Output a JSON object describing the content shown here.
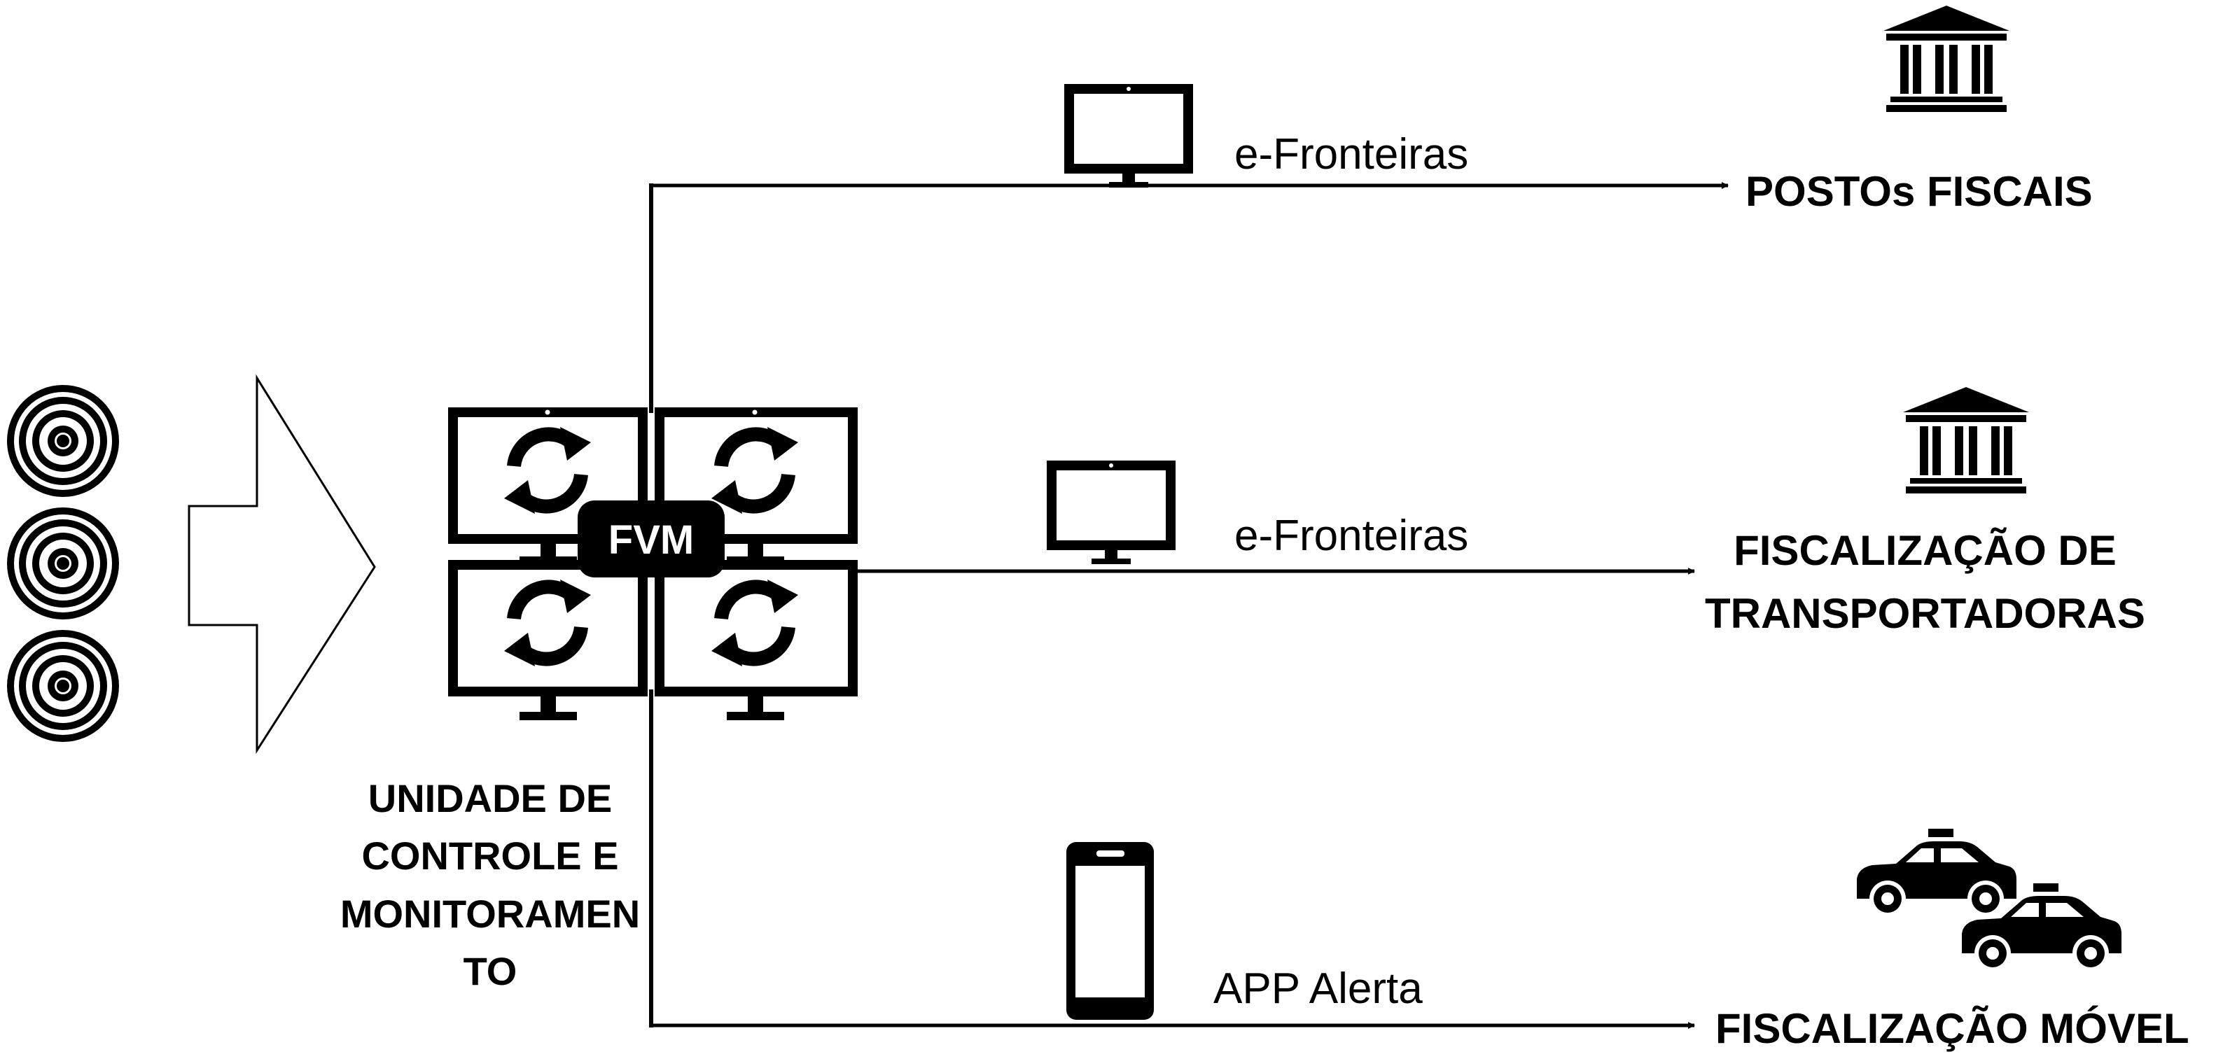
{
  "hub": {
    "label": "FVM",
    "caption_lines": [
      "UNIDADE DE",
      "CONTROLE E",
      "MONITORAMEN",
      "TO"
    ]
  },
  "channels": {
    "top": "e-Fronteiras",
    "middle": "e-Fronteiras",
    "bottom": "APP Alerta"
  },
  "destinations": {
    "top": [
      "POSTOs FISCAIS"
    ],
    "middle": [
      "FISCALIZAÇÃO DE",
      "TRANSPORTADORAS"
    ],
    "bottom": [
      "FISCALIZAÇÃO MÓVEL"
    ]
  },
  "icons": {
    "sensors": "target-icon",
    "input": "arrow-icon",
    "hub": "monitor-wall-sync-icon",
    "top_device": "monitor-icon",
    "middle_device": "monitor-icon",
    "bottom_device": "smartphone-icon",
    "top_dest": "government-building-icon",
    "middle_dest": "government-building-icon",
    "bottom_dest": "patrol-car-icon"
  },
  "colors": {
    "ink": "#000000",
    "paper": "#ffffff"
  }
}
